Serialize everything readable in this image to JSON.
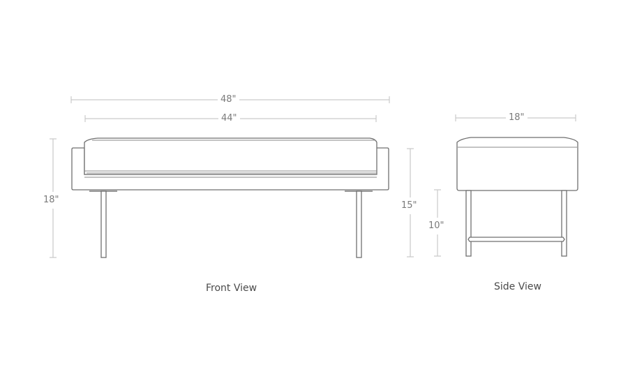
{
  "front_view": {
    "title": "Front View",
    "dimensions": {
      "overall_width": "48\"",
      "seat_width": "44\"",
      "overall_height": "18\"",
      "arm_height": "15\""
    }
  },
  "side_view": {
    "title": "Side View",
    "dimensions": {
      "depth": "18\"",
      "leg_height": "10\""
    }
  },
  "colors": {
    "dimension_line": "#c9c9c9",
    "drawing_line": "#6f6f6f",
    "label_text": "#7a7a7a",
    "view_title_text": "#4a4a4a",
    "background": "#ffffff"
  }
}
